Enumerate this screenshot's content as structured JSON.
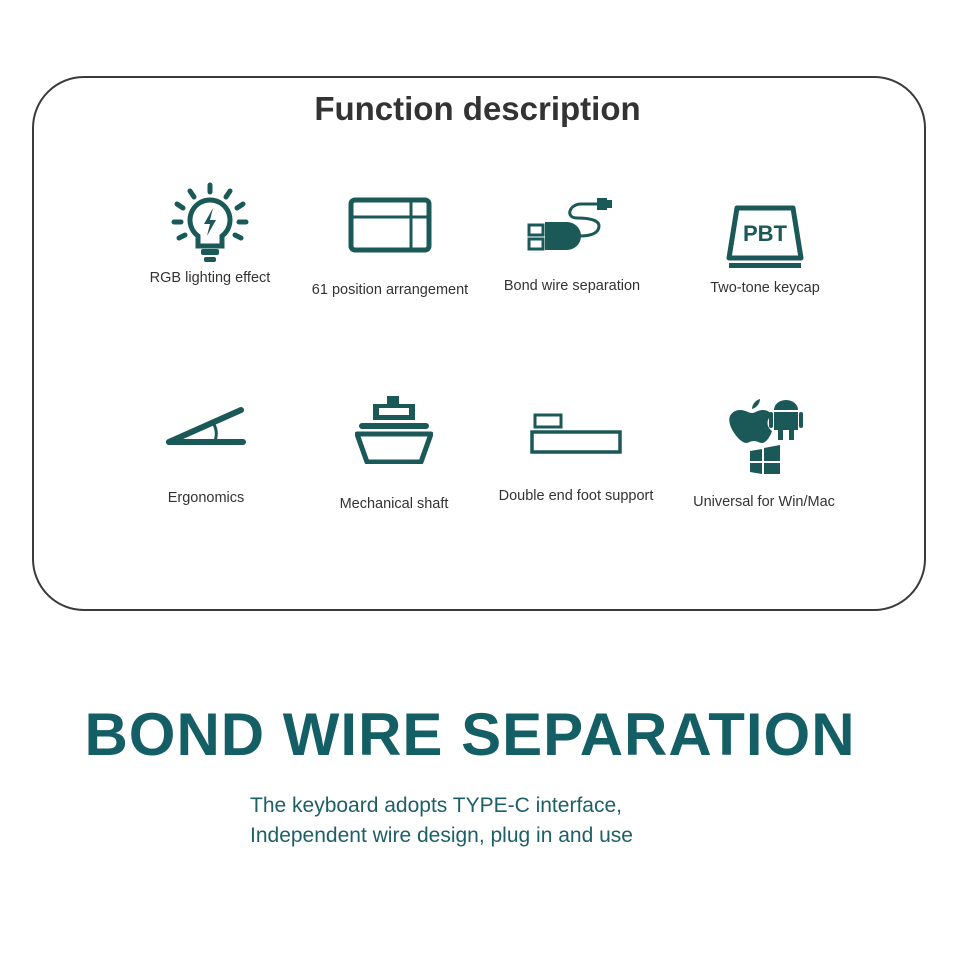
{
  "title": "Function description",
  "features": [
    {
      "label": "RGB lighting effect",
      "icon": "lightbulb-icon"
    },
    {
      "label": "61 position arrangement",
      "icon": "keyboard-layout-icon"
    },
    {
      "label": "Bond wire separation",
      "icon": "usb-cable-icon"
    },
    {
      "label": "Two-tone keycap",
      "icon": "pbt-keycap-icon",
      "icon_text": "PBT"
    },
    {
      "label": "Ergonomics",
      "icon": "ergonomic-stand-icon"
    },
    {
      "label": "Mechanical shaft",
      "icon": "mechanical-switch-icon"
    },
    {
      "label": "Double end foot support",
      "icon": "foot-support-icon"
    },
    {
      "label": "Universal for Win/Mac",
      "icon": "os-compat-icon"
    }
  ],
  "headline": "BOND WIRE SEPARATION",
  "description": [
    "The keyboard adopts TYPE-C interface,",
    "Independent wire design, plug in and use"
  ],
  "colors": {
    "icon": "#1b5858",
    "headline": "#145f66"
  }
}
